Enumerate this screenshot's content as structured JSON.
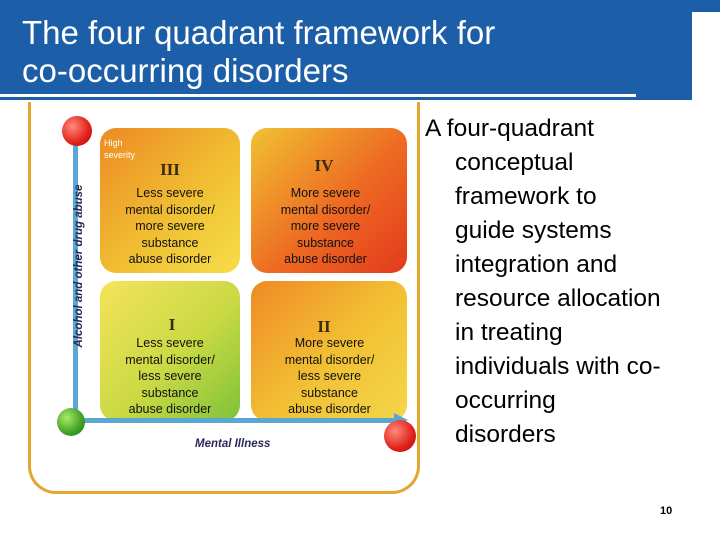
{
  "slide": {
    "title": "The four quadrant framework for\nco-occurring disorders",
    "description_lines": [
      "A four-quadrant",
      "conceptual",
      "framework to",
      "guide systems",
      "integration and",
      "resource allocation",
      "in treating",
      "individuals with co-",
      "occurring",
      "disorders"
    ],
    "page_number": "10"
  },
  "diagram": {
    "high_severity_label": "High\nseverity",
    "y_axis_label": "Alcohol and other drug abuse",
    "x_axis_label": "Mental Illness",
    "quadrants": {
      "III": {
        "numeral": "III",
        "text": "Less severe\nmental disorder/\nmore severe\nsubstance\nabuse disorder"
      },
      "IV": {
        "numeral": "IV",
        "text": "More severe\nmental disorder/\nmore severe\nsubstance\nabuse disorder"
      },
      "I": {
        "numeral": "I",
        "text": "Less severe\nmental disorder/\nless severe\nsubstance\nabuse disorder"
      },
      "II": {
        "numeral": "II",
        "text": "More severe\nmental disorder/\nless severe\nsubstance\nabuse disorder"
      }
    },
    "colors": {
      "title_bar": "#1c5fa8",
      "axis": "#5aa7d6",
      "frame": "#e3a72e",
      "low_marker": "#3ea024",
      "high_marker": "#e0201a"
    }
  }
}
